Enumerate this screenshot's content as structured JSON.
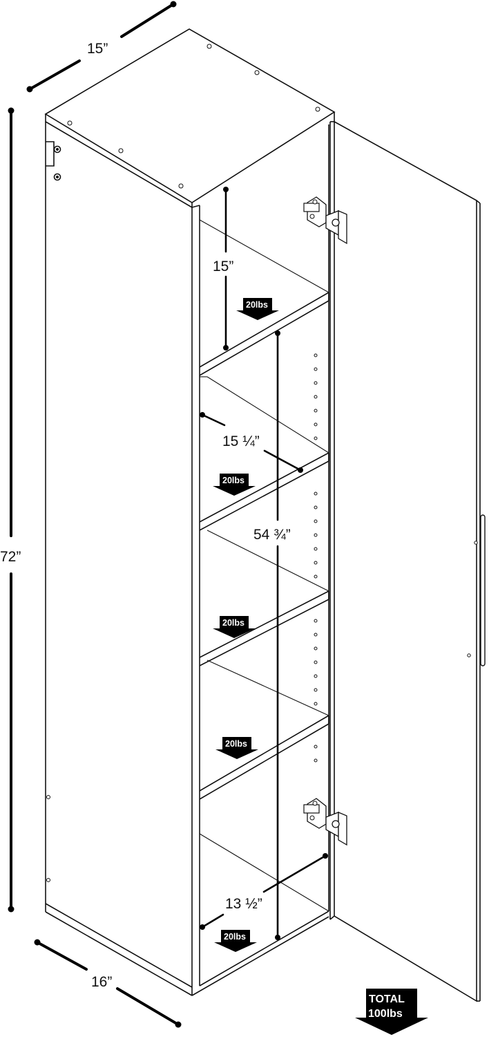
{
  "dimensions": {
    "top_depth": "15”",
    "height": "72”",
    "bottom_width": "16”",
    "top_compartment": "15”",
    "shelf_spacing": "15 ¼”",
    "interior_height": "54 ¾”",
    "bottom_compartment": "13 ½”"
  },
  "shelf_loads": [
    "20lbs",
    "20lbs",
    "20lbs",
    "20lbs",
    "20lbs"
  ],
  "total_load": {
    "line1": "TOTAL",
    "line2": "100lbs"
  }
}
